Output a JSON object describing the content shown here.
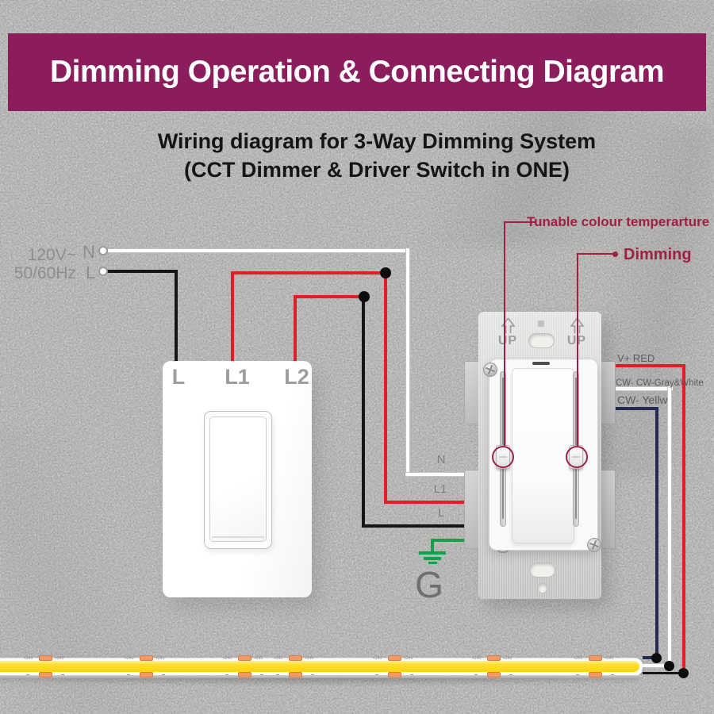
{
  "header": {
    "title": "Dimming Operation & Connecting Diagram"
  },
  "subtitle": {
    "line1": "Wiring diagram for 3-Way Dimming System",
    "line2": "(CCT Dimmer & Driver Switch in ONE)"
  },
  "supply": {
    "voltage": "120V~",
    "frequency": "50/60Hz",
    "neutral_label": "N",
    "line_label": "L"
  },
  "wall_switch": {
    "terminals": [
      "L",
      "L1",
      "L2"
    ]
  },
  "dimmer": {
    "up_left": "UP",
    "up_right": "UP"
  },
  "callouts": {
    "cct": "Tunable colour temperarture",
    "dimming": "Dimming"
  },
  "dimmer_inputs": {
    "neutral": "N",
    "l1": "L1",
    "line": "L",
    "ground": "G"
  },
  "dimmer_outputs": {
    "v_plus": "V+ RED",
    "cw_gray": "CW- CW-Gray&White",
    "cw_yellow": "CW- Yellw"
  },
  "led_strip": {
    "pad_label": "+24V",
    "pad_positions": [
      57,
      184,
      308,
      372,
      497,
      622,
      750
    ]
  },
  "colors": {
    "banner": "#8c1d5d",
    "wire_red": "#dd1f26",
    "wire_black": "#161616",
    "wire_navy": "#252a52",
    "wire_green": "#12a24b",
    "wire_white": "#ffffff",
    "callout": "#9f2045",
    "strip_yellow": "#ffd60e",
    "pad_orange": "#f09a68"
  }
}
